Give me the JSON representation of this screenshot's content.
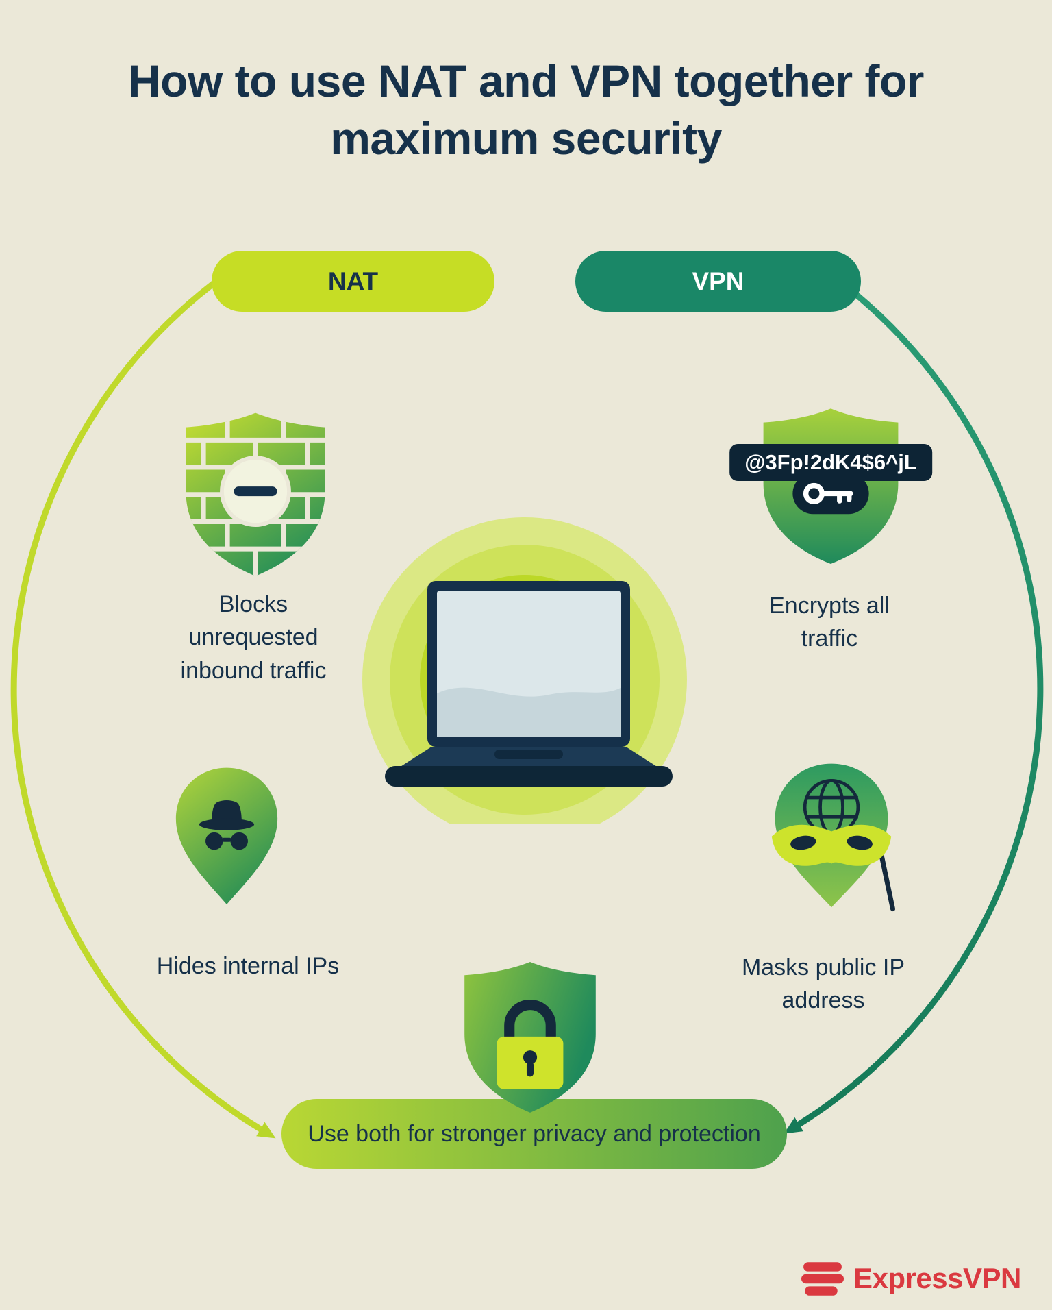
{
  "title": "How to use NAT and VPN together for maximum security",
  "branches": {
    "nat": {
      "label": "NAT",
      "features": [
        {
          "icon": "brick-shield-minus",
          "text": "Blocks unrequested inbound traffic"
        },
        {
          "icon": "incognito-pin",
          "text": "Hides internal IPs"
        }
      ]
    },
    "vpn": {
      "label": "VPN",
      "features": [
        {
          "icon": "key-shield",
          "password_tag": "@3Fp!2dK4$6^jL",
          "text": "Encrypts all traffic"
        },
        {
          "icon": "mask-globe-pin",
          "text": "Masks public IP address"
        }
      ]
    }
  },
  "center": {
    "icon": "laptop"
  },
  "conclusion": {
    "icon": "lock-shield",
    "text": "Use both for stronger privacy and protection"
  },
  "brand": {
    "name": "ExpressVPN"
  },
  "colors": {
    "background": "#ebe8d8",
    "ink": "#16314a",
    "lime": "#c6dd25",
    "teal": "#1a8767",
    "brand_red": "#da3940"
  }
}
